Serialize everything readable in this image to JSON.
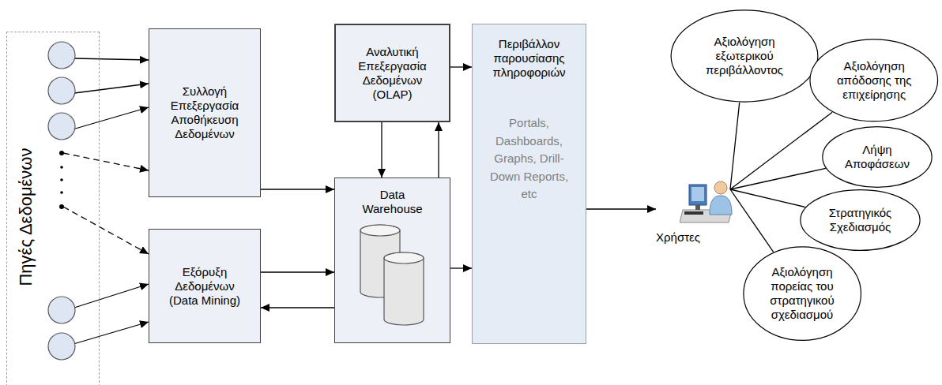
{
  "diagram": {
    "nodes": [
      {
        "text": [
          "Πηγές Δεδομένων"
        ]
      },
      {
        "text": [
          "Συλλογή Επεξεργασία Αποθήκευση Δεδομένων"
        ]
      },
      {
        "text": [
          "Αναλυτική Επεξεργασία Δεδομένων (OLAP)"
        ]
      },
      {
        "text": [
          "Data Warehouse"
        ]
      },
      {
        "text": [
          "Εξόρυξη Δεδομένων (Data Mining)"
        ]
      },
      {
        "text": [
          "Περιβάλλον παρουσίασης πληροφοριών",
          "Portals, Dashboards, Graphs, Drill-Down Reports, etc"
        ]
      },
      {
        "text": [
          "Χρήστες"
        ]
      },
      {
        "text": [
          "Αξιολόγηση εξωτερικού περιβάλλοντος"
        ]
      },
      {
        "text": [
          "Αξιολόγηση απόδοσης της επιχείρησης"
        ]
      },
      {
        "text": [
          "Λήψη Αποφάσεων"
        ]
      },
      {
        "text": [
          "Στρατηγικός Σχεδιασμός"
        ]
      },
      {
        "text": [
          "Αξιολόγηση πορείας του στρατηγικού σχεδιασμού"
        ]
      }
    ],
    "edges": [
      {
        "from": 1,
        "to": 3,
        "arrow": "to"
      },
      {
        "from": 2,
        "to": 5,
        "arrow": "to"
      },
      {
        "from": 2,
        "to": 3,
        "arrow": "to"
      },
      {
        "from": 3,
        "to": 2,
        "arrow": "to"
      },
      {
        "from": 4,
        "to": 3,
        "arrow": "to"
      },
      {
        "from": 3,
        "to": 4,
        "arrow": "to"
      },
      {
        "from": 3,
        "to": 5,
        "arrow": "to"
      },
      {
        "from": 5,
        "to": 6,
        "arrow": "to"
      },
      {
        "from": 6,
        "to": 7,
        "arrow": "none"
      },
      {
        "from": 6,
        "to": 8,
        "arrow": "none"
      },
      {
        "from": 6,
        "to": 9,
        "arrow": "none"
      },
      {
        "from": 6,
        "to": 10,
        "arrow": "none"
      },
      {
        "from": 6,
        "to": 11,
        "arrow": "none"
      }
    ]
  }
}
